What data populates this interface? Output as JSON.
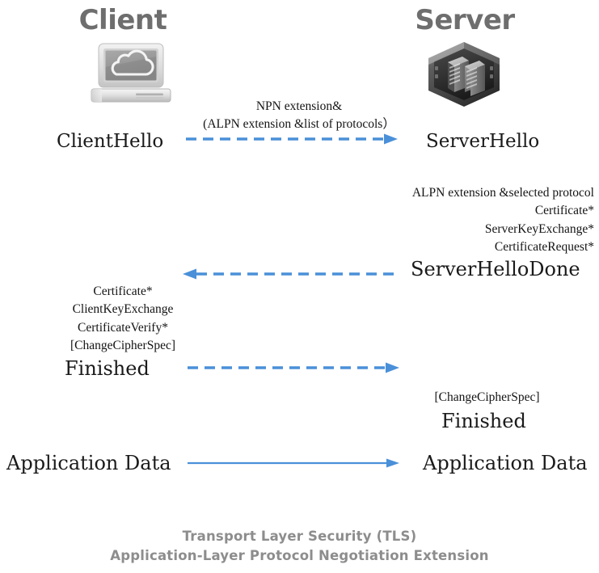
{
  "diagram": {
    "title_caption_line1": "Transport Layer Security (TLS)",
    "title_caption_line2": "Application-Layer Protocol Negotiation Extension",
    "accent_color": "#4a90d9",
    "heading_color": "#6e6e6e",
    "caption_color": "#8d8d8d",
    "text_color": "#1a1a1a",
    "background_color": "#ffffff"
  },
  "parties": {
    "client": {
      "label": "Client",
      "icon": "laptop-cloud-icon"
    },
    "server": {
      "label": "Server",
      "icon": "server-hexagon-icon"
    }
  },
  "steps": [
    {
      "id": "client-hello",
      "client_label": "ClientHello",
      "server_label": "ServerHello",
      "annotation_lines": [
        "NPN extension&",
        "(ALPN extension &list of protocols）"
      ],
      "arrow": {
        "direction": "right",
        "style": "dashed"
      }
    },
    {
      "id": "server-hello-done",
      "server_label": "ServerHelloDone",
      "server_detail_lines": [
        "ALPN extension &selected protocol",
        "Certificate*",
        "ServerKeyExchange*",
        "CertificateRequest*"
      ],
      "arrow": {
        "direction": "left",
        "style": "dashed"
      }
    },
    {
      "id": "client-finished",
      "client_label": "Finished",
      "client_detail_lines": [
        "Certificate*",
        "ClientKeyExchange",
        "CertificateVerify*",
        "[ChangeCipherSpec]"
      ],
      "arrow": {
        "direction": "right",
        "style": "dashed"
      }
    },
    {
      "id": "server-finished",
      "server_label": "Finished",
      "server_detail_lines": [
        "[ChangeCipherSpec]"
      ],
      "arrow": {
        "direction": "none",
        "style": "none"
      }
    },
    {
      "id": "application-data",
      "client_label": "Application Data",
      "server_label": "Application Data",
      "arrow": {
        "direction": "right",
        "style": "solid"
      }
    }
  ]
}
